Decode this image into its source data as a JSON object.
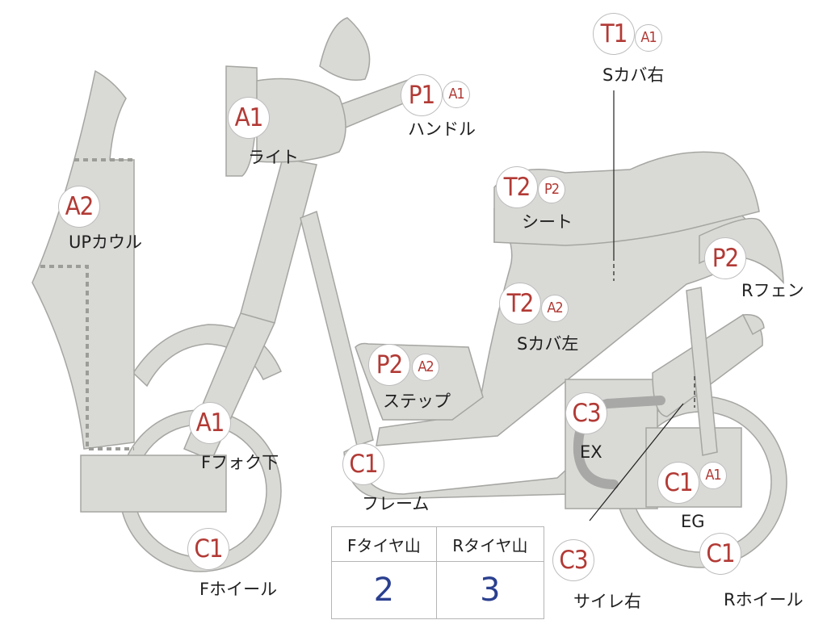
{
  "colors": {
    "part_fill": "#d9d9d6",
    "part_stroke": "#a5a5a2",
    "code_text": "#b23a35",
    "label_text": "#1f1f1f",
    "table_value": "#2a3f8f"
  },
  "markers": [
    {
      "id": "up-cowl",
      "primary": "A2",
      "secondary": "",
      "label": "UPカウル"
    },
    {
      "id": "light",
      "primary": "A1",
      "secondary": "",
      "label": "ライト"
    },
    {
      "id": "handle",
      "primary": "P1",
      "secondary": "A1",
      "label": "ハンドル"
    },
    {
      "id": "s-cover-right",
      "primary": "T1",
      "secondary": "A1",
      "label": "Sカバ右"
    },
    {
      "id": "seat",
      "primary": "T2",
      "secondary": "P2",
      "label": "シート"
    },
    {
      "id": "r-fender",
      "primary": "P2",
      "secondary": "",
      "label": "Rフェン"
    },
    {
      "id": "s-cover-left",
      "primary": "T2",
      "secondary": "A2",
      "label": "Sカバ左"
    },
    {
      "id": "step",
      "primary": "P2",
      "secondary": "A2",
      "label": "ステップ"
    },
    {
      "id": "f-fork-lower",
      "primary": "A1",
      "secondary": "",
      "label": "Fフォク下"
    },
    {
      "id": "frame",
      "primary": "C1",
      "secondary": "",
      "label": "フレーム"
    },
    {
      "id": "exhaust",
      "primary": "C3",
      "secondary": "",
      "label": "EX"
    },
    {
      "id": "engine",
      "primary": "C1",
      "secondary": "A1",
      "label": "EG"
    },
    {
      "id": "f-wheel",
      "primary": "C1",
      "secondary": "",
      "label": "Fホイール"
    },
    {
      "id": "muffler-right",
      "primary": "C3",
      "secondary": "",
      "label": "サイレ右"
    },
    {
      "id": "r-wheel",
      "primary": "C1",
      "secondary": "",
      "label": "Rホイール"
    }
  ],
  "tire_table": {
    "headers": [
      "Fタイヤ山",
      "Rタイヤ山"
    ],
    "values": [
      "2",
      "3"
    ]
  }
}
